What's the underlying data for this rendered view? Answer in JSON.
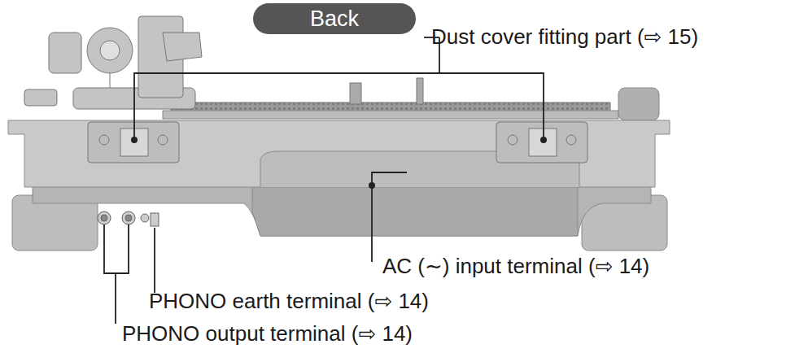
{
  "diagram": {
    "nodes": [
      {
        "text": [
          "Back"
        ]
      }
    ],
    "labels": [
      "Dust cover fitting part (⇨ 15)",
      "AC (∼) input terminal (⇨ 14)",
      "PHONO earth terminal (⇨ 14)",
      "PHONO output terminal (⇨ 14)"
    ]
  }
}
